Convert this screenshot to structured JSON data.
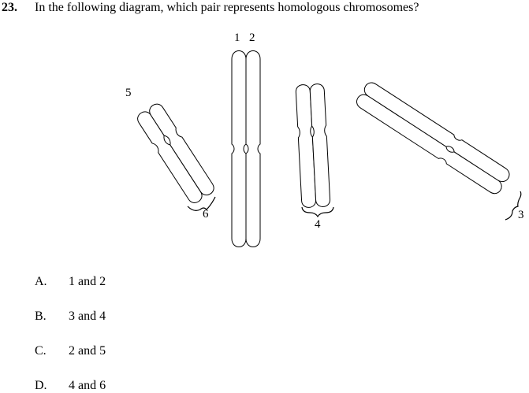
{
  "question": {
    "number": "23.",
    "text": "In the following diagram, which pair represents homologous chromosomes?"
  },
  "diagram": {
    "labels": {
      "one": "1",
      "two": "2",
      "three": "3",
      "four": "4",
      "five": "5",
      "six": "6"
    }
  },
  "options": [
    {
      "letter": "A.",
      "text": "1 and 2"
    },
    {
      "letter": "B.",
      "text": "3 and 4"
    },
    {
      "letter": "C.",
      "text": "2 and 5"
    },
    {
      "letter": "D.",
      "text": "4 and 6"
    }
  ]
}
